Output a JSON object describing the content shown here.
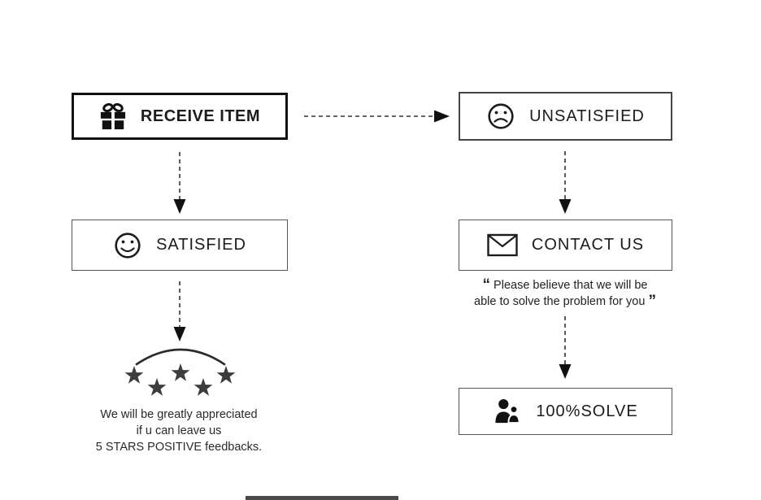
{
  "nodes": {
    "receive": {
      "label": "RECEIVE ITEM",
      "icon": "gift-icon"
    },
    "unsatisfied": {
      "label": "UNSATISFIED",
      "icon": "sad-face-icon"
    },
    "satisfied": {
      "label": "SATISFIED",
      "icon": "smiley-face-icon"
    },
    "contact": {
      "label": "CONTACT US",
      "icon": "envelope-icon"
    },
    "solve": {
      "label": "100%SOLVE",
      "icon": "people-icon"
    }
  },
  "quote": {
    "open": "“",
    "line1": "Please believe that we will be",
    "line2": "able to solve the problem for you",
    "close": "”"
  },
  "feedback": {
    "line1": "We will be greatly appreciated",
    "line2": "if u can leave us",
    "line3": "5 STARS POSITIVE feedbacks."
  },
  "stars": {
    "count": 5
  },
  "colors": {
    "ink": "#1c1c1c",
    "arrow": "#333333",
    "star": "#3d3d3d",
    "box_border": "#555555",
    "bottom_bar": "#4a4a4a"
  }
}
